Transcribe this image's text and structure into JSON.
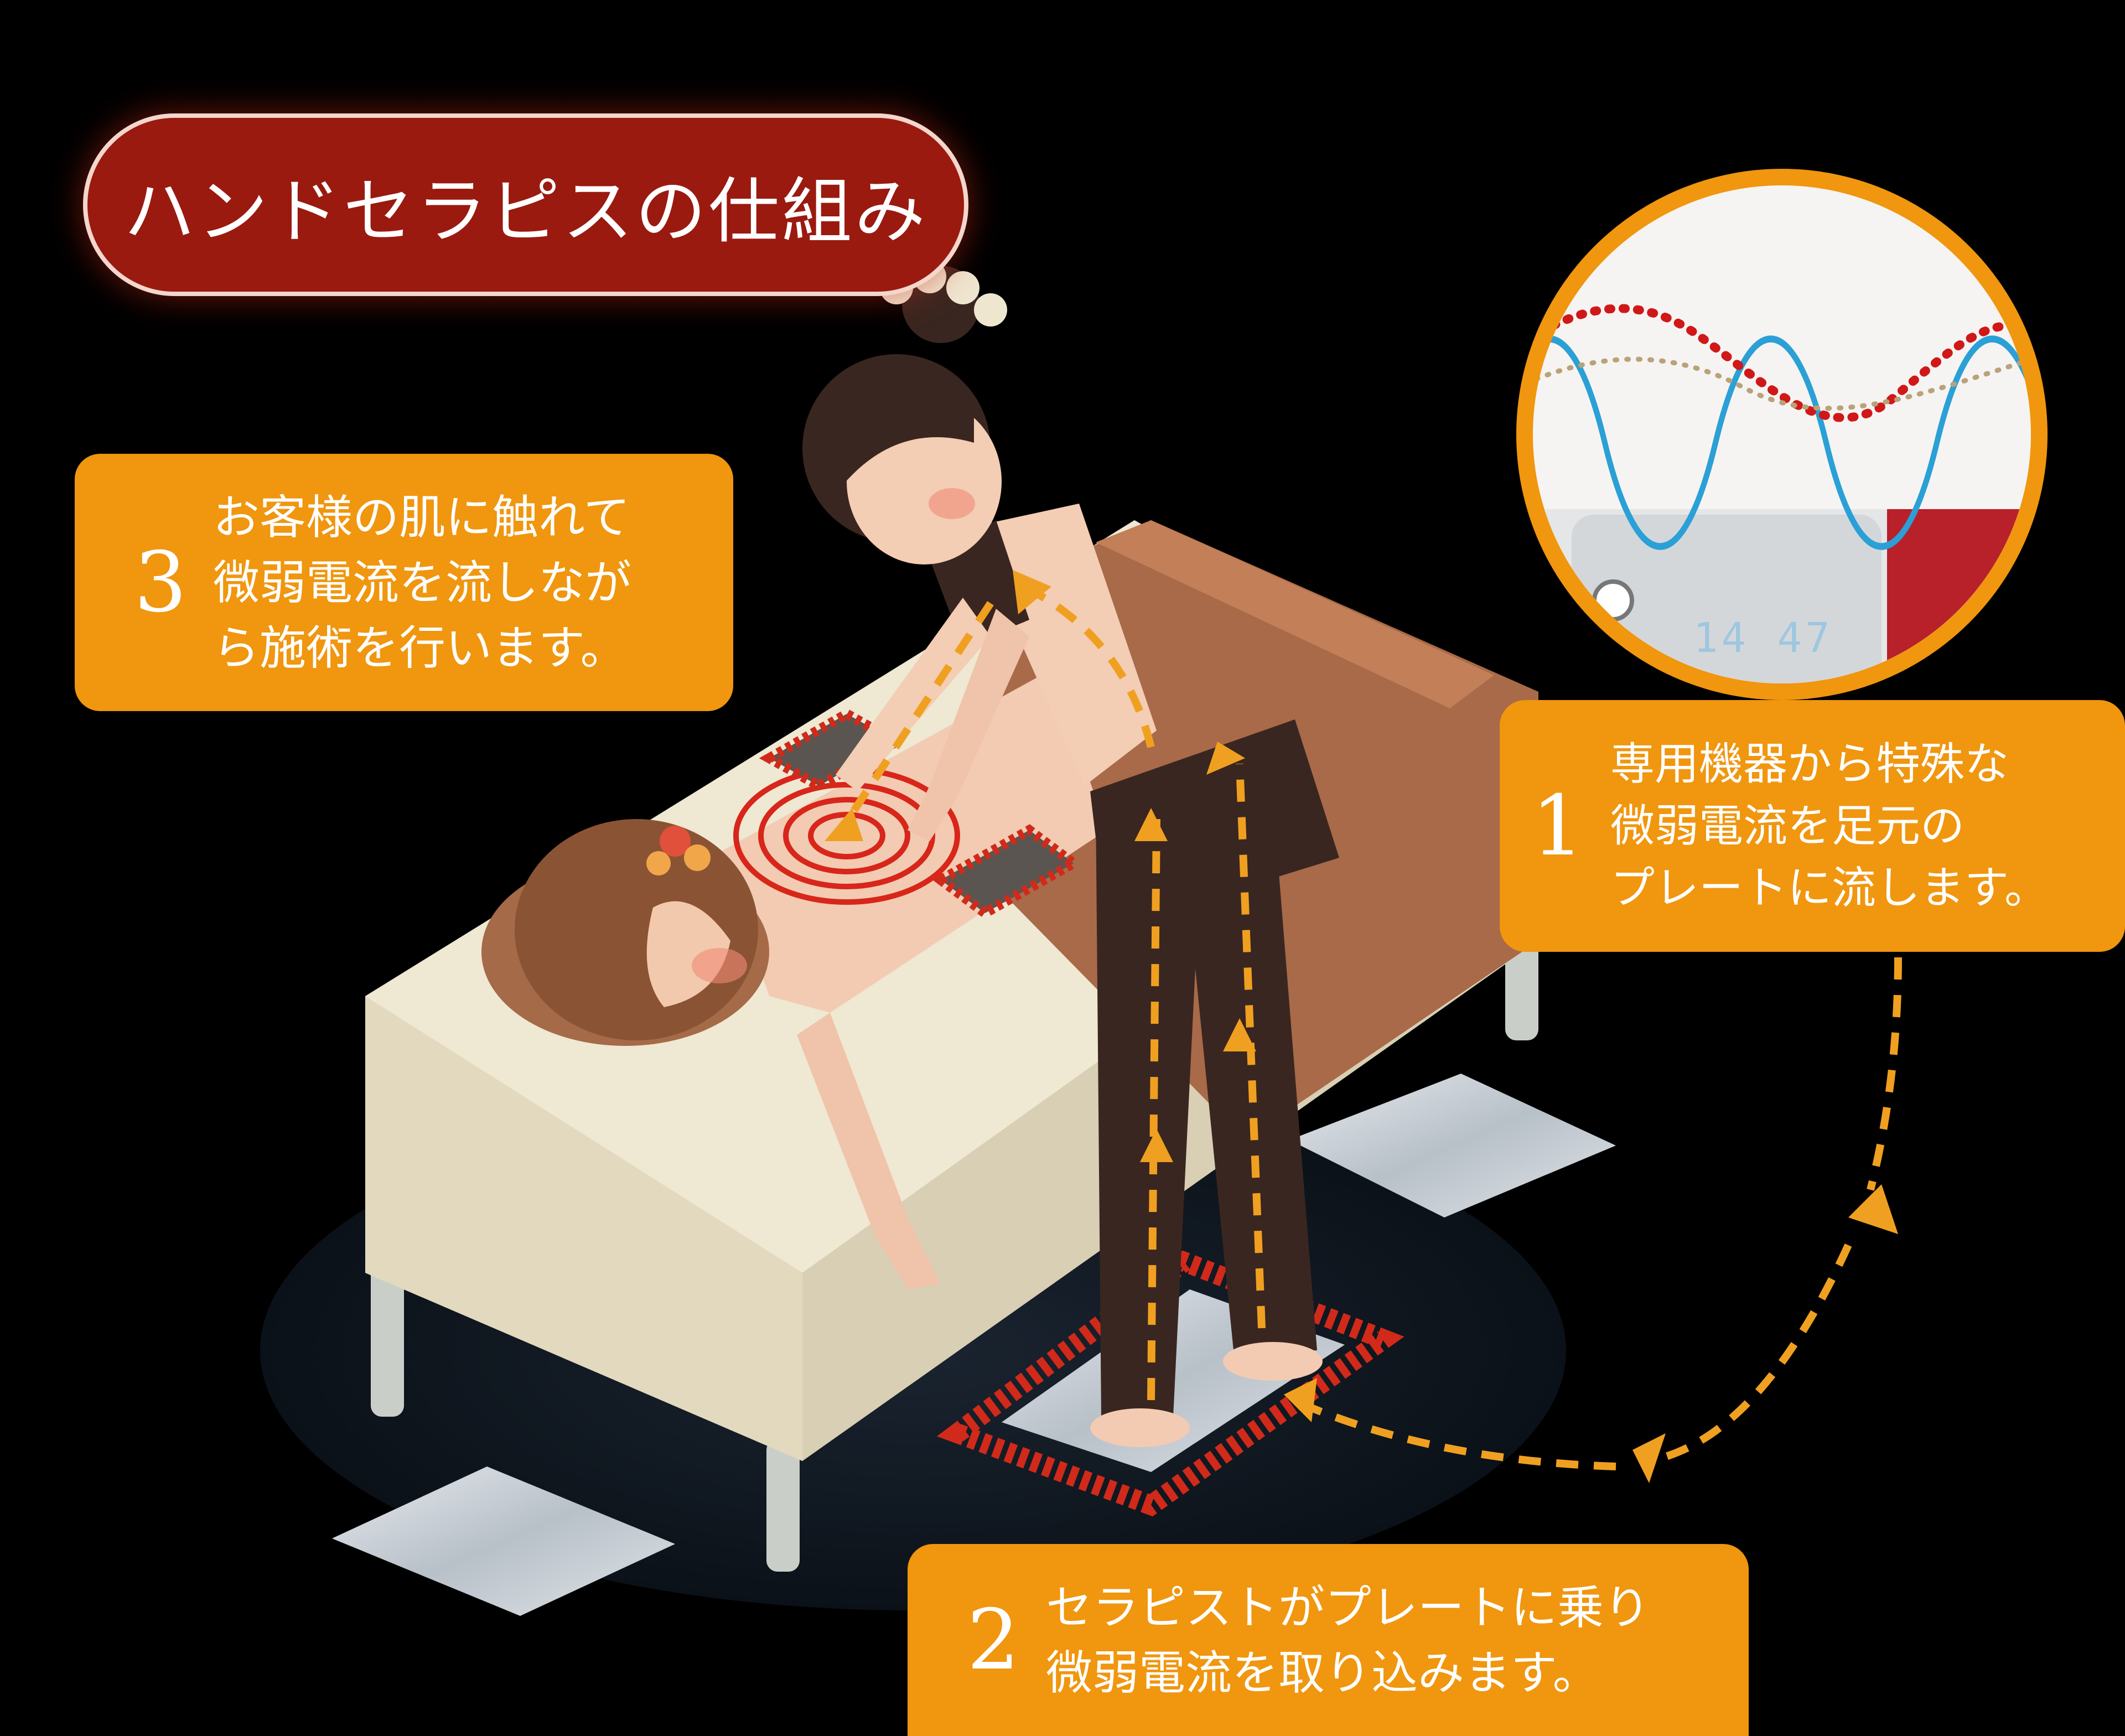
{
  "title": "ハンドセラピスの仕組み",
  "steps": [
    {
      "number": "1",
      "text": "専用機器から特殊な\n微弱電流を足元の\nプレートに流します。"
    },
    {
      "number": "2",
      "text": "セラピストがプレートに乗り\n微弱電流を取り込みます。"
    },
    {
      "number": "3",
      "text": "お客様の肌に触れて\n微弱電流を流しなが\nら施術を行います。"
    }
  ],
  "device": {
    "display_time": "14 47"
  },
  "colors": {
    "accent_orange": "#f0960f",
    "title_red": "#9a1a10",
    "background": "#000000",
    "wave_blue": "#2aa0d6",
    "wave_red": "#d01818"
  },
  "icons": [
    "flow-arrow-icon",
    "sine-wave-icon",
    "electric-plate-icon"
  ]
}
